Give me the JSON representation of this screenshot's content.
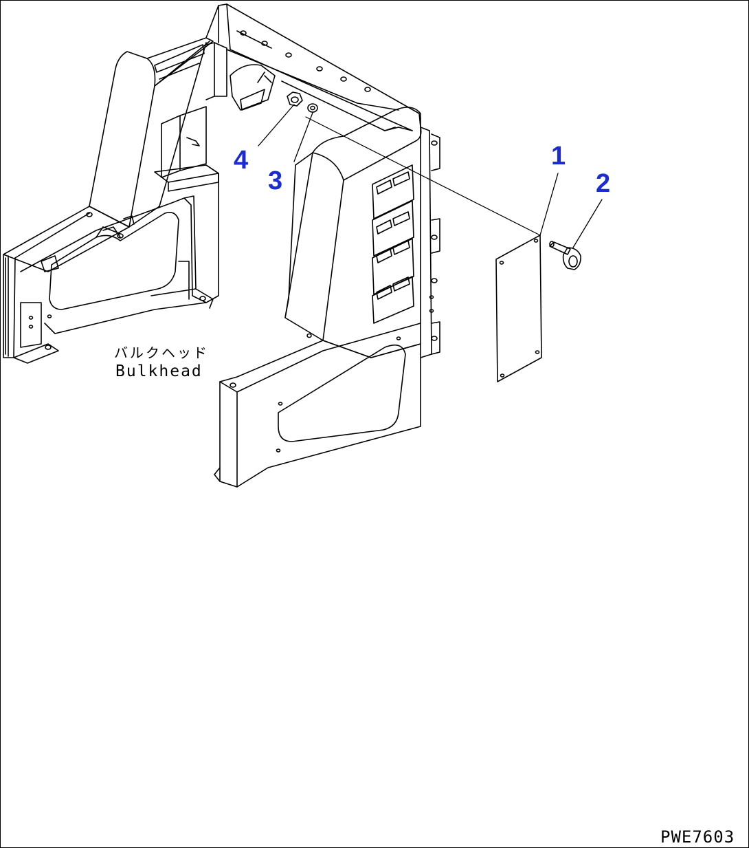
{
  "callouts": {
    "c1": "1",
    "c2": "2",
    "c3": "3",
    "c4": "4"
  },
  "label": {
    "jp": "バルクヘッド",
    "en": "Bulkhead"
  },
  "drawing_code": "PWE7603",
  "colors": {
    "line": "#000000",
    "callout": "#1a2bd6",
    "background": "#ffffff"
  }
}
